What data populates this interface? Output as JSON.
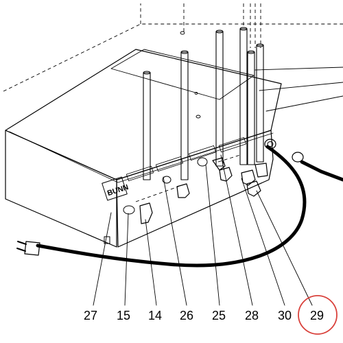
{
  "callouts": [
    {
      "id": "c27",
      "text": "27"
    },
    {
      "id": "c15",
      "text": "15"
    },
    {
      "id": "c14",
      "text": "14"
    },
    {
      "id": "c26",
      "text": "26"
    },
    {
      "id": "c25",
      "text": "25"
    },
    {
      "id": "c28",
      "text": "28"
    },
    {
      "id": "c30",
      "text": "30"
    },
    {
      "id": "c29",
      "text": "29"
    }
  ],
  "highlight": {
    "callout": "29",
    "color": "#d9413b"
  },
  "brand_logo": "BUNN"
}
